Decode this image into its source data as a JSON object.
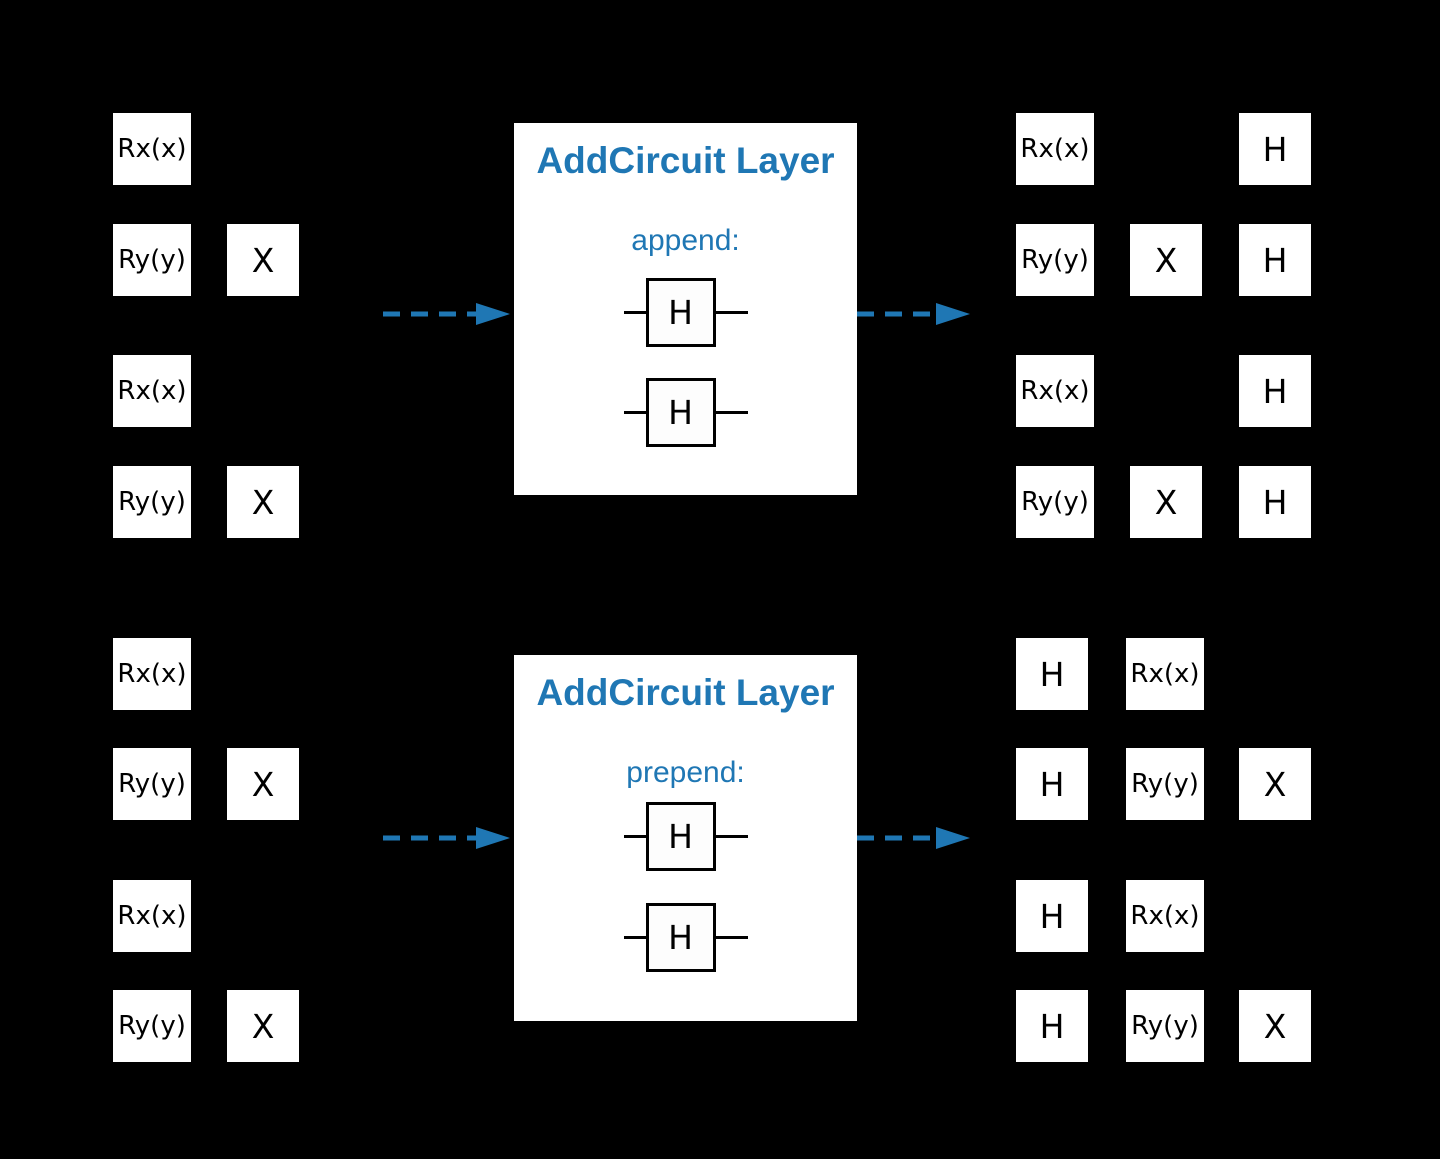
{
  "diagram": {
    "background_color": "#000000",
    "accent_color": "#1f77b4",
    "gate_background_color": "#ffffff",
    "gate_text_color": "#000000",
    "top": {
      "input_circuit": {
        "gates": [
          "Rx(x)",
          "Ry(y)",
          "X",
          "Rx(x)",
          "Ry(y)",
          "X"
        ]
      },
      "layer_panel": {
        "title": "AddCircuit Layer",
        "operation": "append:",
        "added_gates": [
          "H",
          "H"
        ]
      },
      "output_circuit": {
        "gates": [
          "Rx(x)",
          "H",
          "Ry(y)",
          "X",
          "H",
          "Rx(x)",
          "H",
          "Ry(y)",
          "X",
          "H"
        ]
      }
    },
    "bottom": {
      "input_circuit": {
        "gates": [
          "Rx(x)",
          "Ry(y)",
          "X",
          "Rx(x)",
          "Ry(y)",
          "X"
        ]
      },
      "layer_panel": {
        "title": "AddCircuit Layer",
        "operation": "prepend:",
        "added_gates": [
          "H",
          "H"
        ]
      },
      "output_circuit": {
        "gates": [
          "H",
          "Rx(x)",
          "H",
          "Ry(y)",
          "X",
          "H",
          "Rx(x)",
          "H",
          "Ry(y)",
          "X"
        ]
      }
    }
  }
}
